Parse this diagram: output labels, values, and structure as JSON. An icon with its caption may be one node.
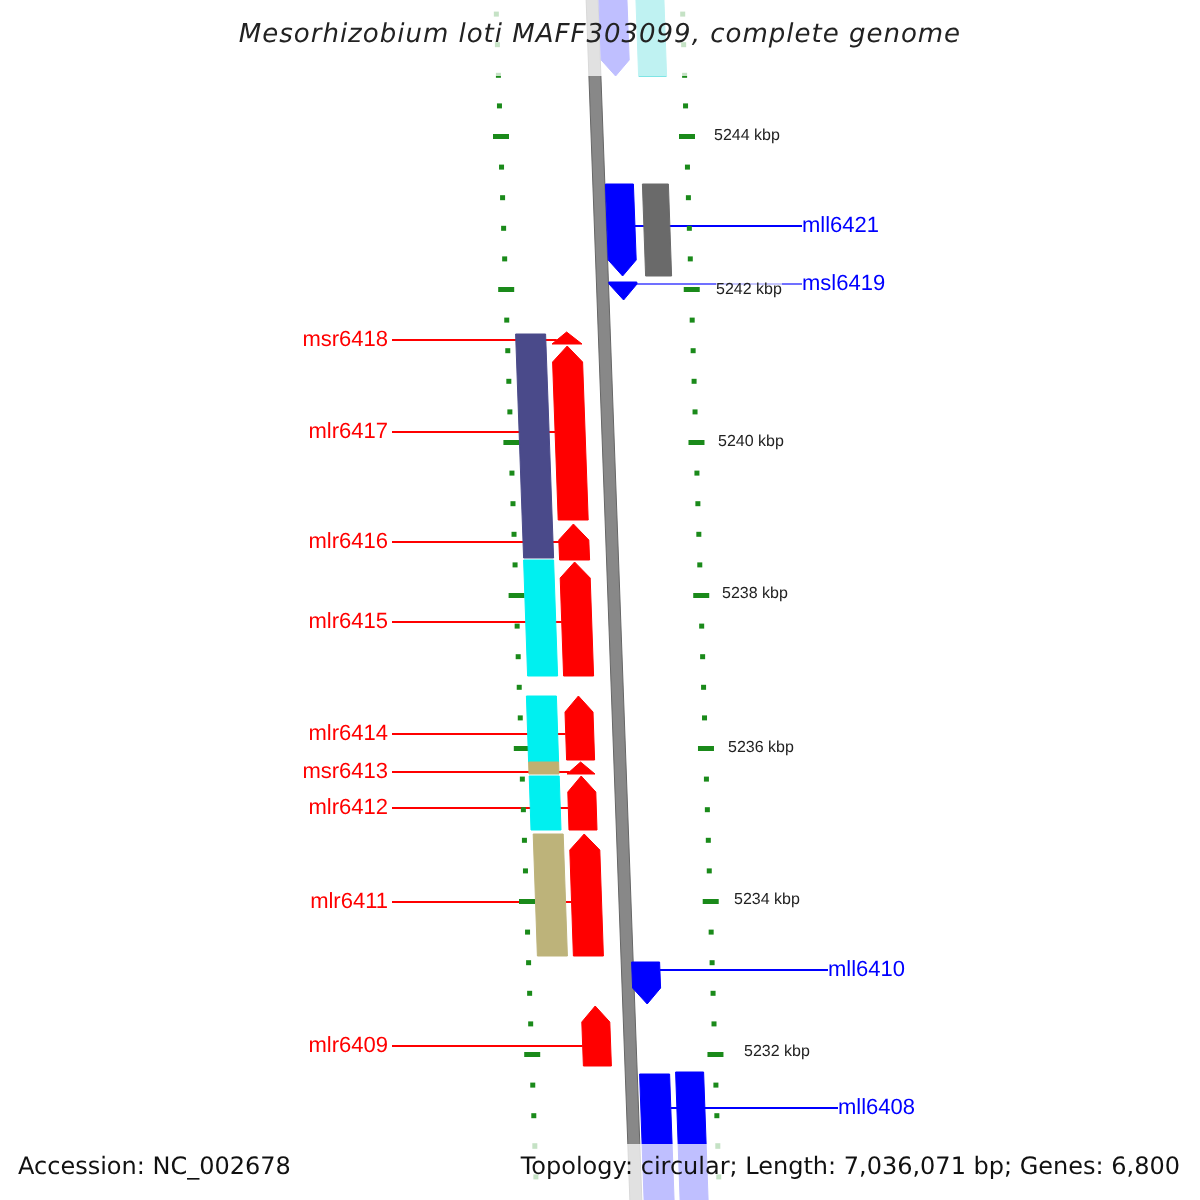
{
  "diagram": {
    "title": "Mesorhizobium loti MAFF303099, complete genome",
    "nodes": [
      {
        "text": [
          "mll6421"
        ]
      },
      {
        "text": [
          "msl6419"
        ]
      },
      {
        "text": [
          "msr6418"
        ]
      },
      {
        "text": [
          "mlr6417"
        ]
      },
      {
        "text": [
          "mlr6416"
        ]
      },
      {
        "text": [
          "mlr6415"
        ]
      },
      {
        "text": [
          "mlr6414"
        ]
      },
      {
        "text": [
          "msr6413"
        ]
      },
      {
        "text": [
          "mlr6412"
        ]
      },
      {
        "text": [
          "mlr6411"
        ]
      },
      {
        "text": [
          "mll6410"
        ]
      },
      {
        "text": [
          "mlr6409"
        ]
      },
      {
        "text": [
          "mll6408"
        ]
      },
      {
        "text": [],
        "shape": "bar"
      },
      {
        "text": [],
        "shape": "pentagon"
      },
      {
        "text": [],
        "shape": "pentagon"
      },
      {
        "text": [],
        "shape": "pentagon"
      },
      {
        "text": [],
        "shape": "pentagon"
      },
      {
        "text": [],
        "shape": "pentagon"
      },
      {
        "text": [],
        "shape": "pentagon"
      },
      {
        "text": [],
        "shape": "pentagon"
      },
      {
        "text": [],
        "shape": "pentagon"
      },
      {
        "text": [],
        "shape": "pentagon"
      },
      {
        "text": [],
        "shape": "pentagon"
      },
      {
        "text": [],
        "shape": "pentagon"
      },
      {
        "text": [],
        "shape": "pentagon"
      },
      {
        "text": [],
        "shape": "pentagon"
      },
      {
        "text": [],
        "shape": "box"
      }
    ],
    "edges": [
      {
        "from": 0,
        "to": 15,
        "arrow": "none",
        "color": "#0000ff"
      },
      {
        "from": 1,
        "to": 16,
        "arrow": "none",
        "color": "#7070ff"
      },
      {
        "from": 2,
        "to": 17,
        "arrow": "none"
      },
      {
        "from": 3,
        "to": 18,
        "arrow": "none"
      },
      {
        "from": 4,
        "to": 19,
        "arrow": "none"
      },
      {
        "from": 5,
        "to": 20,
        "arrow": "none"
      },
      {
        "from": 6,
        "to": 21,
        "arrow": "none"
      },
      {
        "from": 7,
        "to": 22,
        "arrow": "none"
      },
      {
        "from": 8,
        "to": 23,
        "arrow": "none"
      },
      {
        "from": 9,
        "to": 24,
        "arrow": "none"
      },
      {
        "from": 10,
        "to": 25,
        "arrow": "none",
        "color": "#0000ff"
      },
      {
        "from": 11,
        "to": 26,
        "arrow": "none"
      },
      {
        "from": 12,
        "to": 27,
        "arrow": "none",
        "color": "#0000ff"
      }
    ],
    "labels": [
      "5244 kbp",
      "5242 kbp",
      "5240 kbp",
      "5238 kbp",
      "5236 kbp",
      "5234 kbp",
      "5232 kbp",
      "Accession: NC_002678",
      "Topology: circular; Length: 7,036,071 bp; Genes: 6,800"
    ]
  }
}
